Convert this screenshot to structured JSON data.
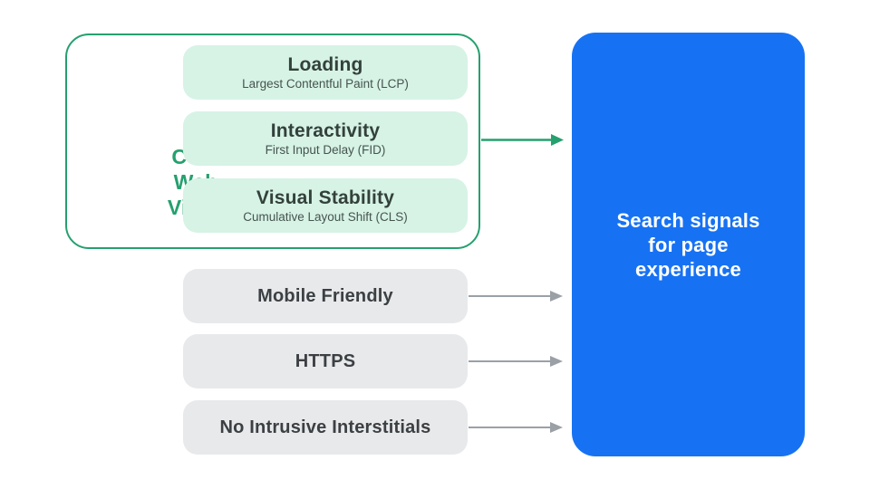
{
  "core_web_vitals": {
    "label_lines": [
      "Core",
      "Web",
      "Vitals"
    ],
    "items": [
      {
        "title": "Loading",
        "subtitle": "Largest Contentful Paint (LCP)"
      },
      {
        "title": "Interactivity",
        "subtitle": "First Input Delay (FID)"
      },
      {
        "title": "Visual Stability",
        "subtitle": "Cumulative Layout Shift (CLS)"
      }
    ]
  },
  "other_signals": [
    {
      "label": "Mobile Friendly"
    },
    {
      "label": "HTTPS"
    },
    {
      "label": "No Intrusive Interstitials"
    }
  ],
  "result_box": {
    "lines": [
      "Search signals",
      "for page",
      "experience"
    ]
  },
  "colors": {
    "green": "#25A06E",
    "mint": "#D6F3E6",
    "blue": "#1772F3",
    "gray_pill": "#E8E9EB",
    "gray_arrow": "#9AA0A6",
    "title_text": "#33413B",
    "subtitle_text": "#46544E",
    "gray_label_text": "#3C4043",
    "result_text": "#FFFFFF"
  }
}
